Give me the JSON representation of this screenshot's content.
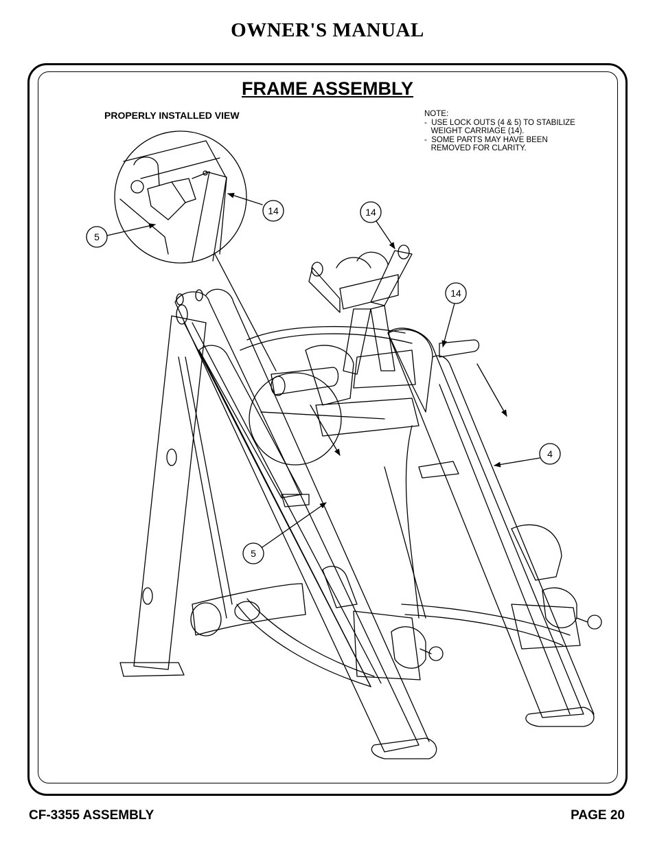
{
  "header": {
    "title": "OWNER'S MANUAL"
  },
  "section": {
    "title": "FRAME ASSEMBLY"
  },
  "view_label": "PROPERLY INSTALLED VIEW",
  "note": {
    "lines": [
      "NOTE:",
      "-  USE LOCK OUTS (4 & 5) TO STABILIZE",
      "   WEIGHT CARRIAGE (14).",
      "-  SOME PARTS MAY HAVE BEEN",
      "   REMOVED FOR CLARITY."
    ]
  },
  "callouts": {
    "c1": "14",
    "c2": "5",
    "c3": "14",
    "c4": "14",
    "c5": "4",
    "c6": "5"
  },
  "footer": {
    "left": "CF-3355 ASSEMBLY",
    "right": "PAGE 20"
  }
}
